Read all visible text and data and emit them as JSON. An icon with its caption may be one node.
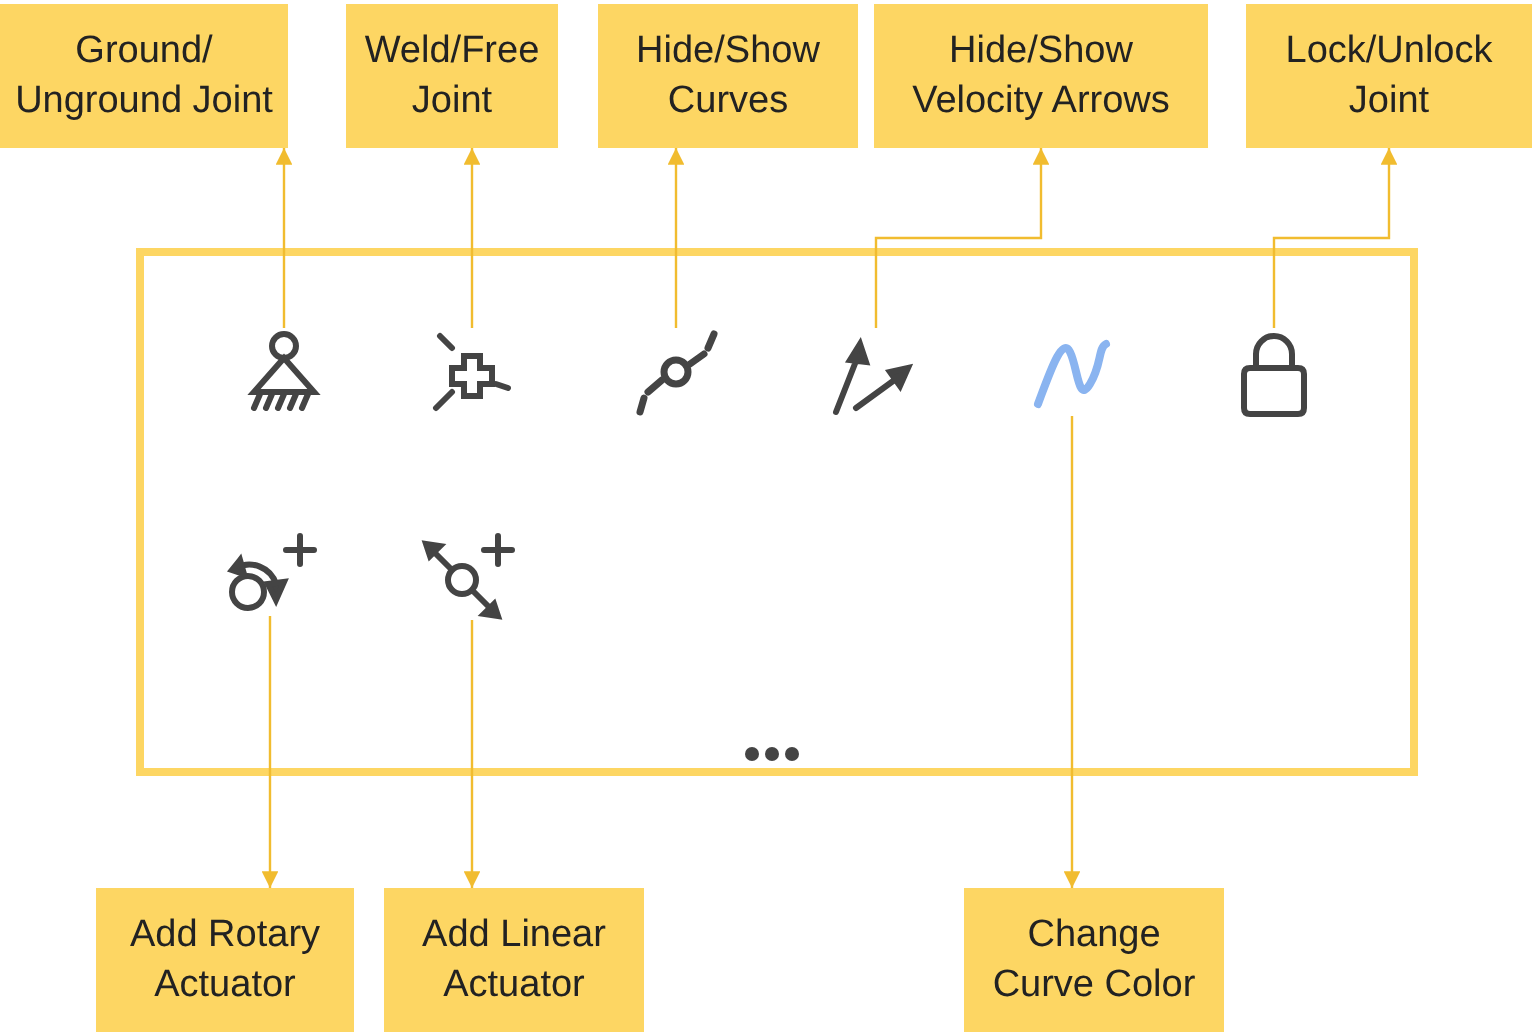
{
  "diagram": {
    "nodes": [
      {
        "text": [
          "Ground/ Unground Joint"
        ]
      },
      {
        "text": [
          "Weld/Free Joint"
        ]
      },
      {
        "text": [
          "Hide/Show Curves"
        ]
      },
      {
        "text": [
          "Hide/Show Velocity Arrows"
        ]
      },
      {
        "text": [
          "Lock/Unlock Joint"
        ]
      },
      {
        "text": [],
        "shape": "box"
      },
      {
        "text": [],
        "shape": "picture",
        "in": 5
      },
      {
        "text": [],
        "shape": "picture",
        "in": 5
      },
      {
        "text": [],
        "shape": "picture",
        "in": 5
      },
      {
        "text": [],
        "shape": "picture",
        "in": 5
      },
      {
        "text": [],
        "shape": "picture",
        "in": 5
      },
      {
        "text": [],
        "shape": "picture",
        "in": 5
      },
      {
        "text": [],
        "shape": "picture",
        "in": 5
      },
      {
        "text": [],
        "shape": "picture",
        "in": 5
      },
      {
        "text": [
          "Add Rotary Actuator"
        ]
      },
      {
        "text": [
          "Add Linear Actuator"
        ]
      },
      {
        "text": [
          "Change Curve Color"
        ]
      }
    ],
    "edges": [
      {
        "from": 6,
        "to": 0,
        "arrow": "to"
      },
      {
        "from": 7,
        "to": 1,
        "arrow": "to"
      },
      {
        "from": 8,
        "to": 2,
        "arrow": "to"
      },
      {
        "from": 9,
        "to": 3,
        "arrow": "to"
      },
      {
        "from": 11,
        "to": 4,
        "arrow": "to"
      },
      {
        "from": 12,
        "to": 14,
        "arrow": "to"
      },
      {
        "from": 13,
        "to": 15,
        "arrow": "to"
      },
      {
        "from": 10,
        "to": 16,
        "arrow": "to"
      }
    ]
  }
}
